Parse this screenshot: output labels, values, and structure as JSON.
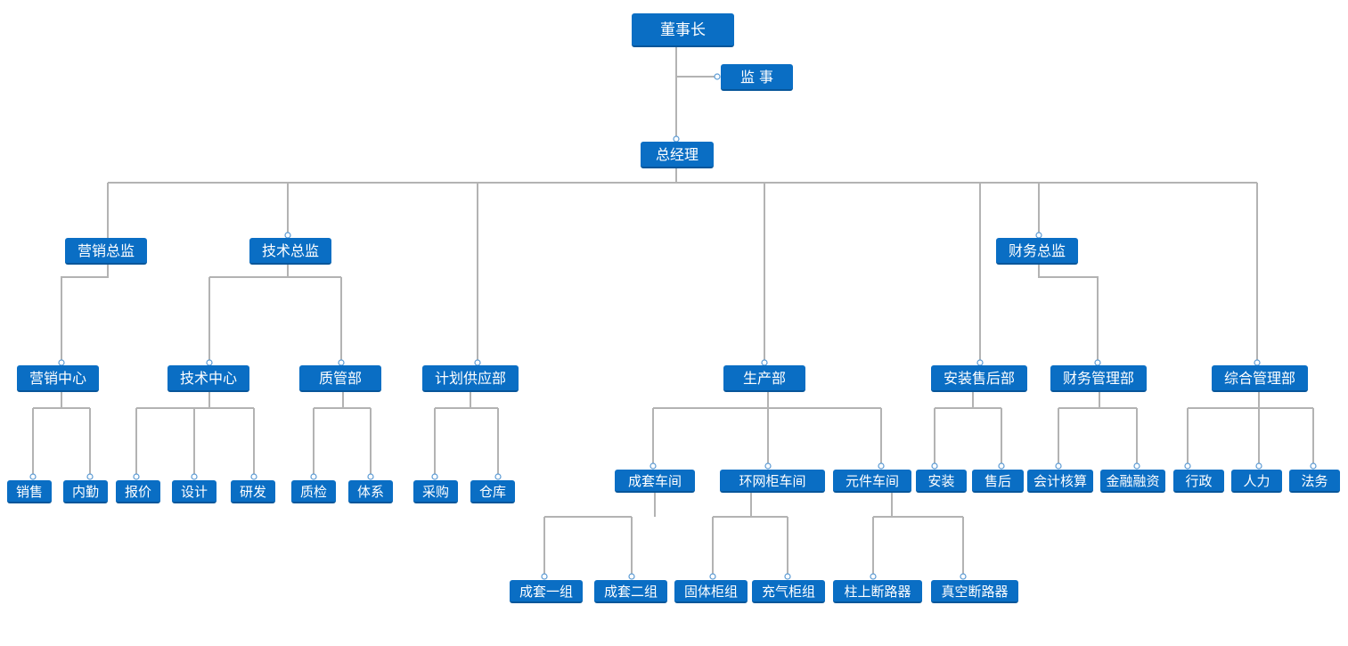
{
  "org": {
    "chairman": "董事长",
    "supervisor": "监 事",
    "gm": "总经理",
    "marketing_director": "营销总监",
    "tech_director": "技术总监",
    "planning_supply": "计划供应部",
    "production": "生产部",
    "install_aftersales": "安装售后部",
    "finance_director": "财务总监",
    "general_mgmt": "综合管理部",
    "marketing_center": "营销中心",
    "tech_center": "技术中心",
    "quality_dept": "质管部",
    "finance_mgmt": "财务管理部",
    "sales": "销售",
    "internal": "内勤",
    "quote": "报价",
    "design": "设计",
    "rnd": "研发",
    "inspection": "质检",
    "system": "体系",
    "procurement": "采购",
    "warehouse": "仓库",
    "complete_workshop": "成套车间",
    "ring_cabinet_workshop": "环网柜车间",
    "component_workshop": "元件车间",
    "install": "安装",
    "after_sales": "售后",
    "accounting": "会计核算",
    "finance_invest": "金融融资",
    "admin": "行政",
    "hr": "人力",
    "legal": "法务",
    "complete_group1": "成套一组",
    "complete_group2": "成套二组",
    "solid_cabinet_group": "固体柜组",
    "gas_cabinet_group": "充气柜组",
    "pole_breaker": "柱上断路器",
    "vacuum_breaker": "真空断路器"
  },
  "colors": {
    "node": "#0a6ec4",
    "line": "#b3b3b3",
    "text": "#ffffff"
  }
}
